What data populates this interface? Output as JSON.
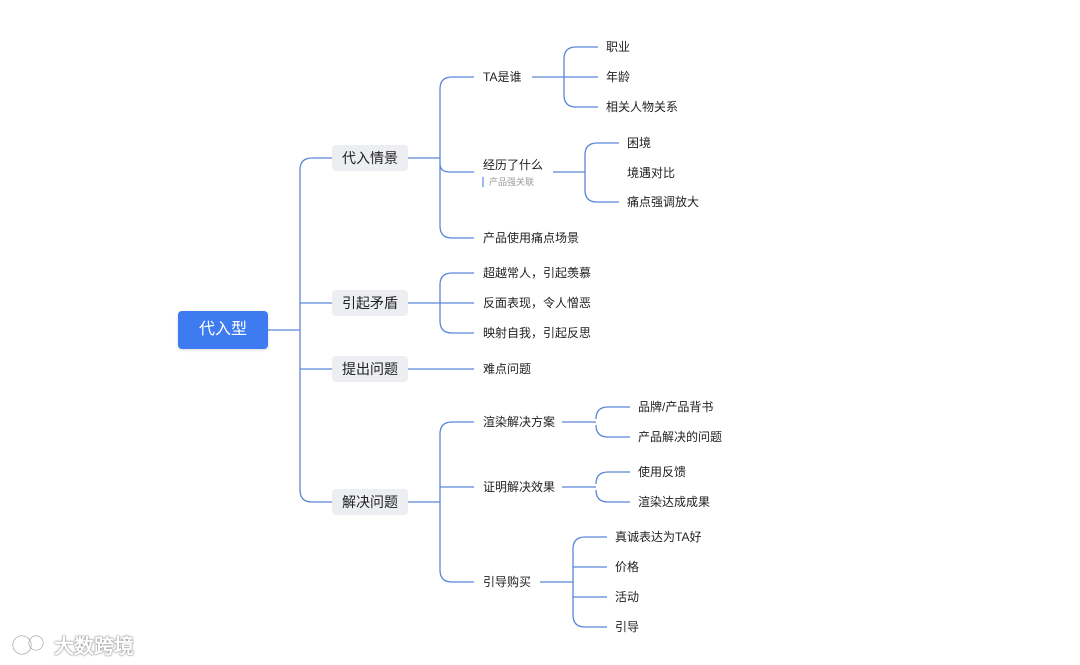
{
  "colors": {
    "line": "#5a86d6",
    "root_bg": "#3f7bf0",
    "node_bg": "#eceef1"
  },
  "root": "代入型",
  "branches": [
    {
      "label": "代入情景",
      "children": [
        {
          "label": "TA是谁",
          "children": [
            "职业",
            "年龄",
            "相关人物关系"
          ]
        },
        {
          "label": "经历了什么",
          "note": "产品强关联",
          "children": [
            "困境",
            "境遇对比",
            "痛点强调放大"
          ]
        },
        {
          "label": "产品使用痛点场景"
        }
      ]
    },
    {
      "label": "引起矛盾",
      "children": [
        {
          "label": "超越常人，引起羡慕"
        },
        {
          "label": "反面表现，令人憎恶"
        },
        {
          "label": "映射自我，引起反思"
        }
      ]
    },
    {
      "label": "提出问题",
      "children": [
        {
          "label": "难点问题"
        }
      ]
    },
    {
      "label": "解决问题",
      "children": [
        {
          "label": "渲染解决方案",
          "children": [
            "品牌/产品背书",
            "产品解决的问题"
          ]
        },
        {
          "label": "证明解决效果",
          "children": [
            "使用反馈",
            "渲染达成成果"
          ]
        },
        {
          "label": "引导购买",
          "children": [
            "真诚表达为TA好",
            "价格",
            "活动",
            "引导"
          ]
        }
      ]
    }
  ],
  "watermark": "大数跨境"
}
